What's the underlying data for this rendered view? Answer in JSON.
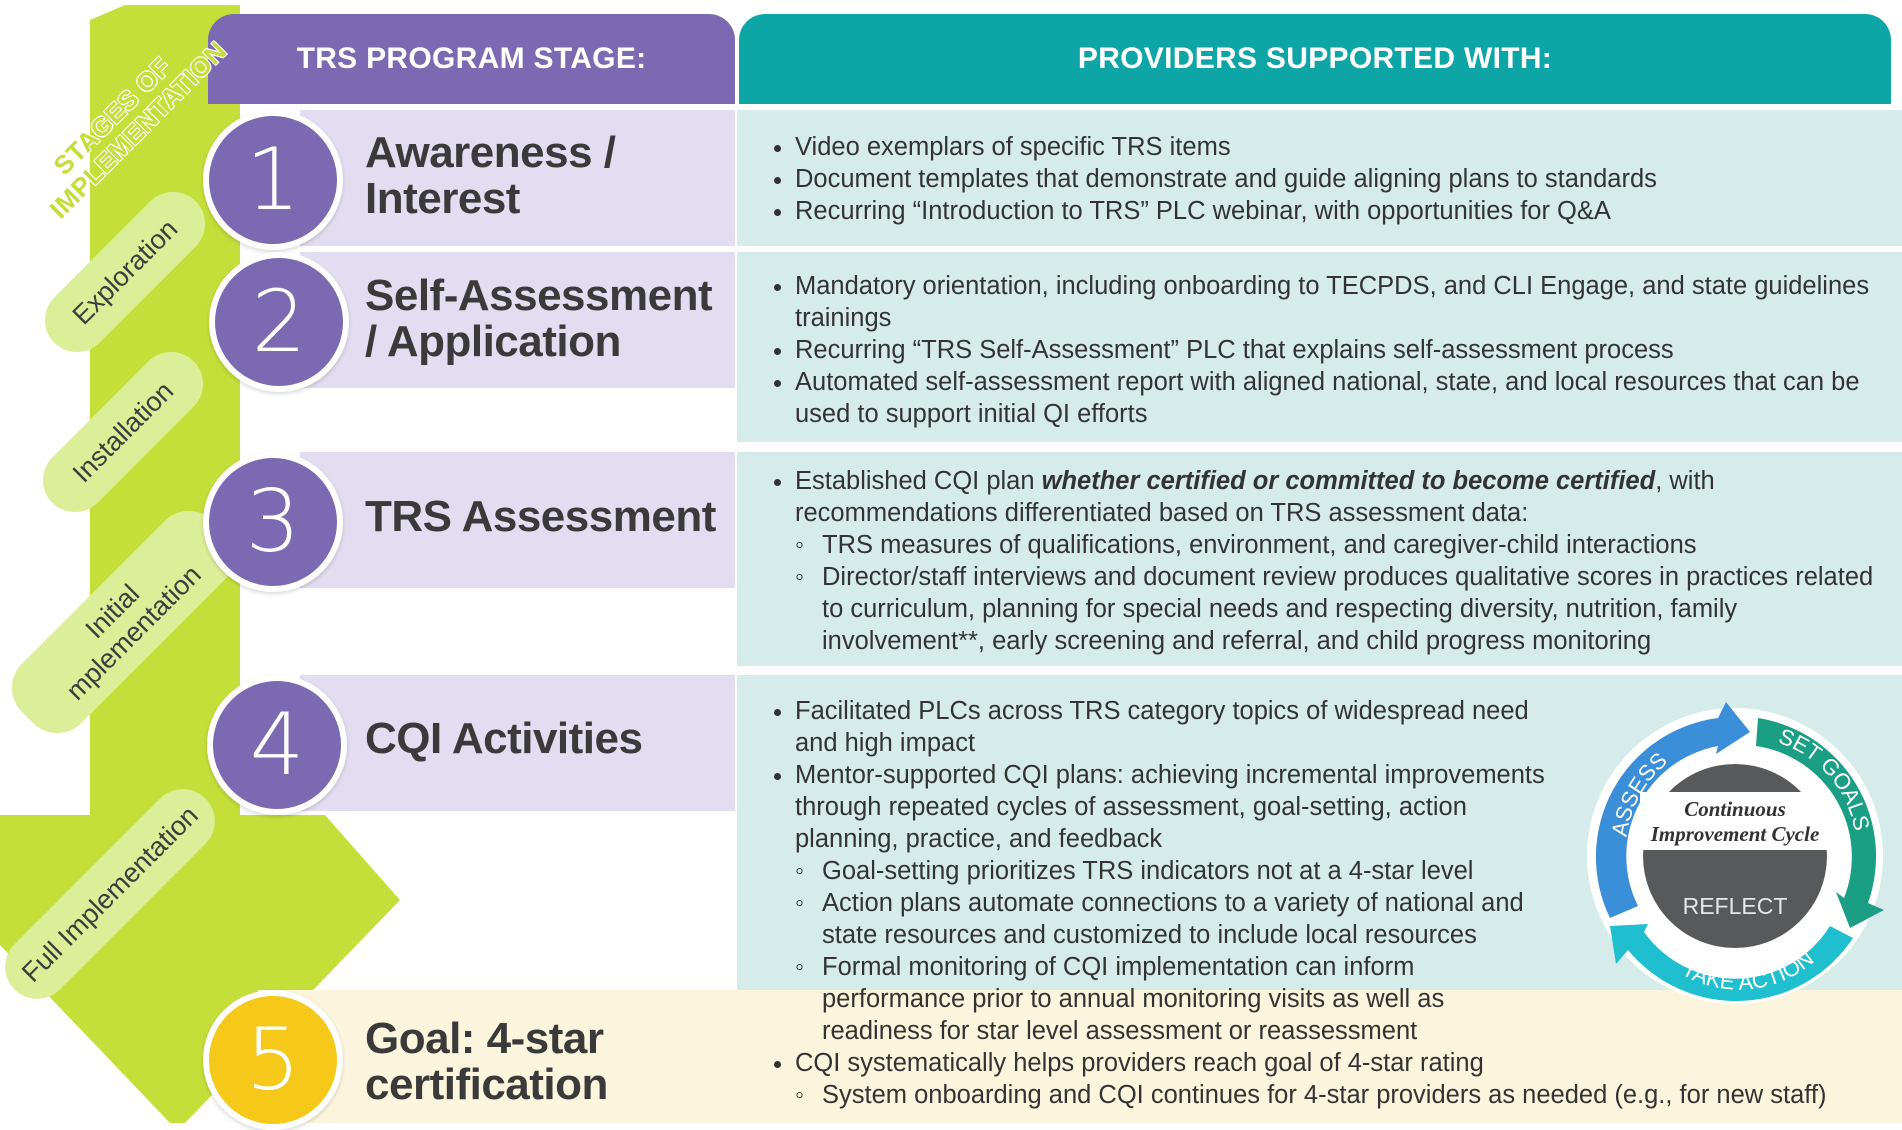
{
  "headers": {
    "stage": "TRS PROGRAM STAGE:",
    "providers": "PROVIDERS SUPPORTED WITH:"
  },
  "side": {
    "title_line1": "STAGES OF",
    "title_line2": "IMPLEMENTATION",
    "phases": [
      "Exploration",
      "Installation",
      "Initial",
      "mplementation",
      "Full Implementation"
    ]
  },
  "stages": [
    {
      "number": "1",
      "title_line1": "Awareness /",
      "title_line2": "Interest"
    },
    {
      "number": "2",
      "title_line1": "Self-Assessment",
      "title_line2": "/ Application"
    },
    {
      "number": "3",
      "title_line1": "TRS Assessment"
    },
    {
      "number": "4",
      "title_line1": "CQI Activities"
    },
    {
      "number": "5",
      "title_line1": "Goal: 4-star",
      "title_line2": "certification"
    }
  ],
  "support": {
    "s1": [
      "Video exemplars of specific TRS items",
      "Document templates that demonstrate and guide aligning plans to standards",
      "Recurring “Introduction to TRS” PLC webinar, with opportunities for Q&A"
    ],
    "s2": [
      "Mandatory orientation, including onboarding to TECPDS, and CLI Engage, and state guidelines trainings",
      "Recurring “TRS Self-Assessment” PLC that explains self-assessment process",
      "Automated self-assessment report with aligned national, state, and local resources that can be used to support initial QI efforts"
    ],
    "s3": {
      "lead_a": "Established CQI plan ",
      "lead_emph": "whether certified or committed to become certified",
      "lead_b": ", with recommendations differentiated based on TRS assessment data:",
      "sub": [
        "TRS measures of qualifications, environment, and caregiver-child interactions",
        "Director/staff interviews and document review produces qualitative scores in practices related to curriculum, planning for special needs and respecting diversity, nutrition, family involvement**, early screening and referral, and child progress monitoring"
      ]
    },
    "s4": {
      "item1": "Facilitated PLCs across TRS category topics of widespread need and high impact",
      "item2": "Mentor-supported CQI plans: achieving incremental improvements through repeated cycles of assessment, goal-setting, action planning, practice, and feedback",
      "sub": [
        "Goal-setting prioritizes TRS indicators not at a 4-star level",
        "Action plans automate connections to a variety of national and state resources and customized to include local resources",
        "Formal monitoring of CQI implementation can inform performance prior to annual monitoring visits as well as readiness for star level assessment or reassessment"
      ]
    },
    "s5": {
      "item": "CQI systematically helps providers reach goal of 4-star rating",
      "sub": "System onboarding and CQI continues for 4-star providers as needed (e.g., for new staff)"
    }
  },
  "cycle": {
    "title_line1": "Continuous",
    "title_line2": "Improvement Cycle",
    "center": "REFLECT",
    "assess": "ASSESS",
    "set_goals": "SET GOALS",
    "take_action": "TAKE ACTION"
  },
  "colors": {
    "purple": "#7b69b1",
    "teal": "#0ea5a6",
    "lime": "#c5df3a",
    "yellow": "#f6c81a",
    "cycle_blue": "#3b8fd9",
    "cycle_green": "#1a9e84",
    "cycle_cyan": "#1fbfcf"
  }
}
